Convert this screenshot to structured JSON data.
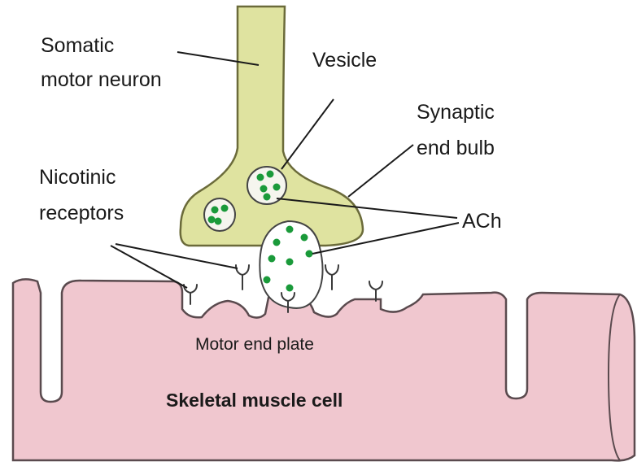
{
  "labels": {
    "somatic_line1": "Somatic",
    "somatic_line2": "motor neuron",
    "vesicle": "Vesicle",
    "synaptic_line1": "Synaptic",
    "synaptic_line2": "end bulb",
    "nicotinic_line1": "Nicotinic",
    "nicotinic_line2": "receptors",
    "ach": "ACh",
    "motor_end_plate": "Motor end plate",
    "muscle_cell": "Skeletal muscle cell"
  },
  "colors": {
    "neuron_fill": "#dfe3a0",
    "neuron_stroke": "#6b6b3a",
    "muscle_fill": "#f0c7cf",
    "muscle_stroke": "#5a4a4e",
    "ach_dot": "#1a9a3a"
  }
}
